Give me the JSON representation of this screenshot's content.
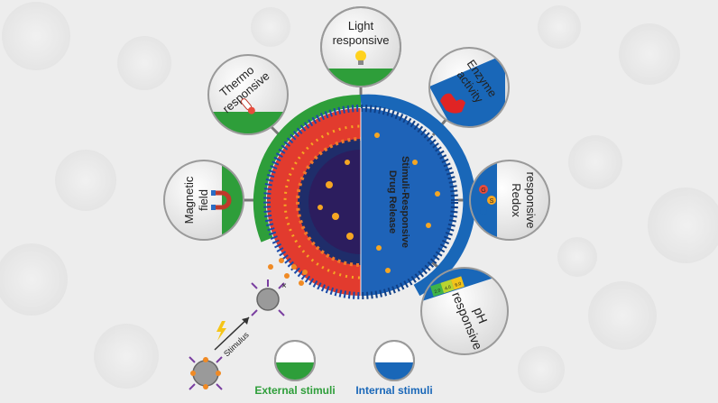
{
  "stimuli": {
    "light": [
      "Light",
      "responsive"
    ],
    "thermo": [
      "Thermo",
      "responsive"
    ],
    "enzyme": [
      "Enzyme",
      "activity"
    ],
    "magnetic": [
      "Magnetic",
      "field"
    ],
    "redox": [
      "Redox",
      "responsive"
    ],
    "ph": [
      "pH",
      "responsive"
    ]
  },
  "center": {
    "line1": "Stimuli-Responsive",
    "line2": "Drug Release"
  },
  "ph_scale": [
    "2.0",
    "4.0",
    "6.0"
  ],
  "redox_symbols": [
    "G",
    "S"
  ],
  "release": {
    "arrow_label": "Stimulus",
    "cross": "×"
  },
  "legend": {
    "external": "External stimuli",
    "internal": "Internal stimuli"
  },
  "colors": {
    "external": "#2e9e3a",
    "internal": "#1967b8",
    "background": "#ededed"
  }
}
